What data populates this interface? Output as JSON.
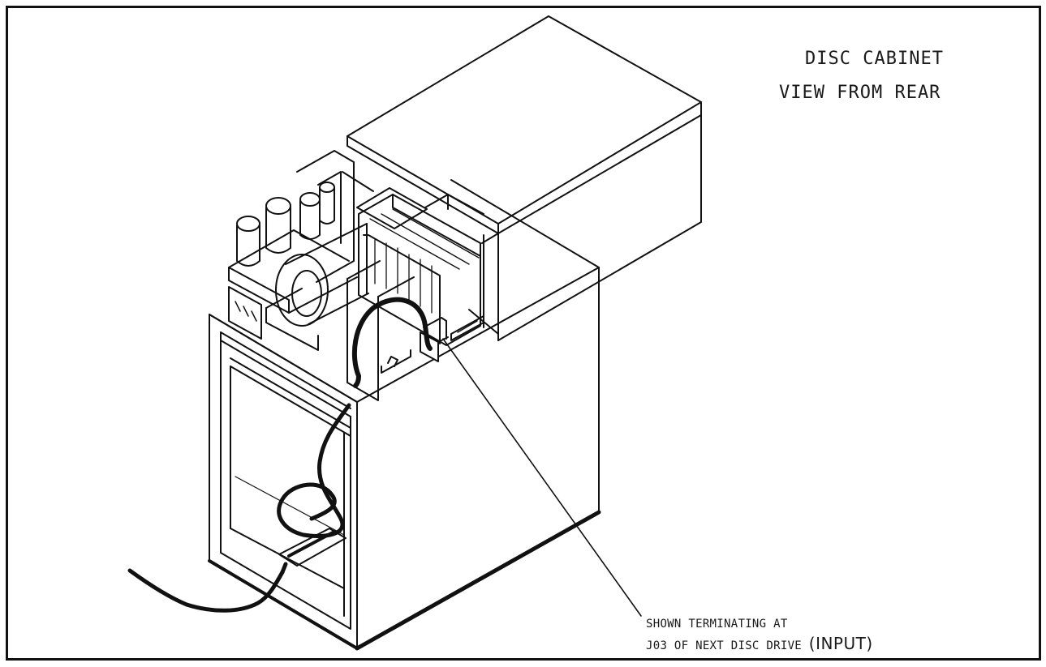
{
  "figure": {
    "title_line1": "DISC CABINET",
    "title_line2": "VIEW FROM REAR"
  },
  "callout": {
    "line1": "SHOWN TERMINATING AT",
    "line2_prefix": "J03 OF NEXT DISC DRIVE ",
    "line2_suffix": "(INPUT)"
  },
  "colors": {
    "ink": "#111111",
    "paper": "#ffffff"
  }
}
